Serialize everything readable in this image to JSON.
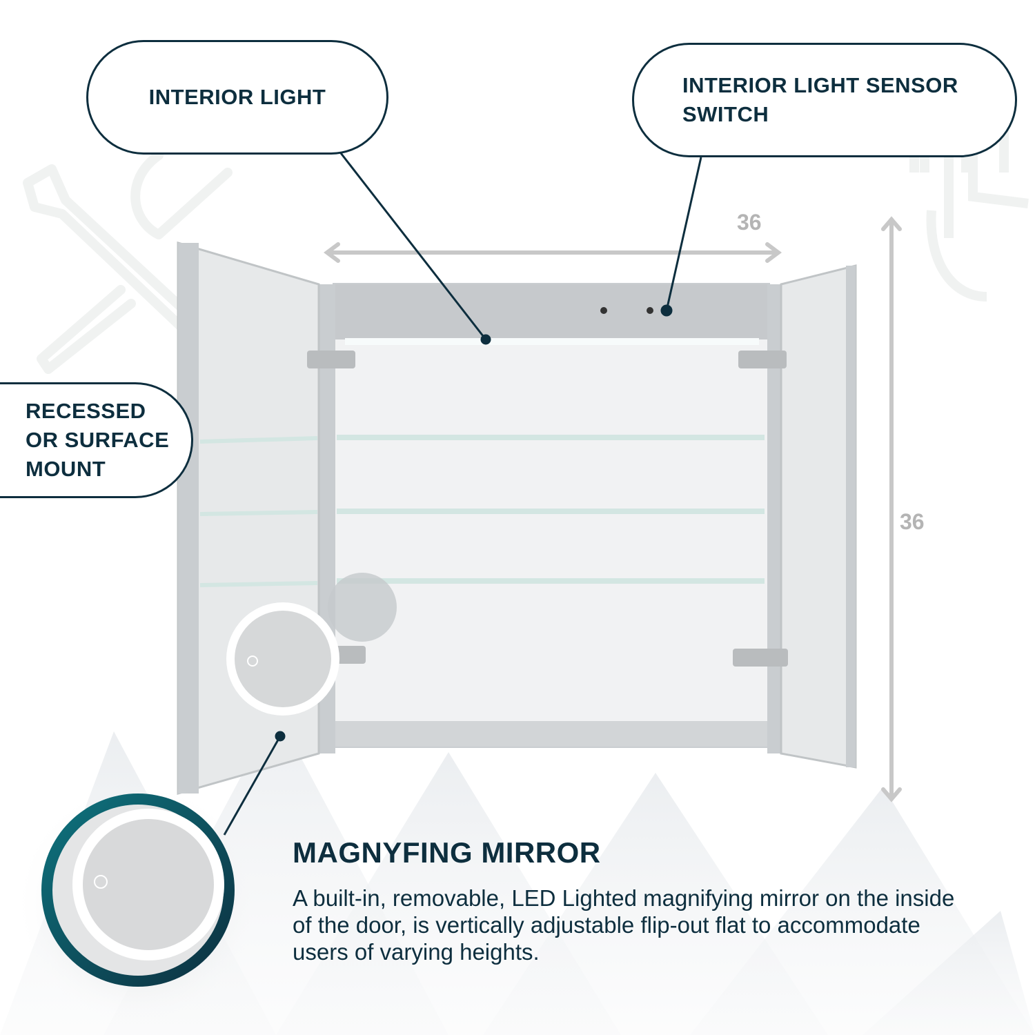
{
  "callouts": {
    "interior_light": "INTERIOR LIGHT",
    "sensor_switch": "INTERIOR LIGHT SENSOR\nSWITCH",
    "mount": "RECESSED\nOR SURFACE\nMOUNT"
  },
  "dimensions": {
    "width": "36",
    "height": "36"
  },
  "feature": {
    "title": "MAGNYFING MIRROR",
    "description": "A built-in, removable, LED Lighted magnifying mirror on the inside of the door, is vertically adjustable flip-out flat to accommodate users of varying heights."
  },
  "icons": {
    "background_left": "tools-icon",
    "background_right": "touch-icon"
  },
  "colors": {
    "accent_dark": "#0d2e3e",
    "accent_teal": "#0e6b78",
    "dimension_gray": "#b4b4b4",
    "frame_silver": "#c9cdd0"
  }
}
